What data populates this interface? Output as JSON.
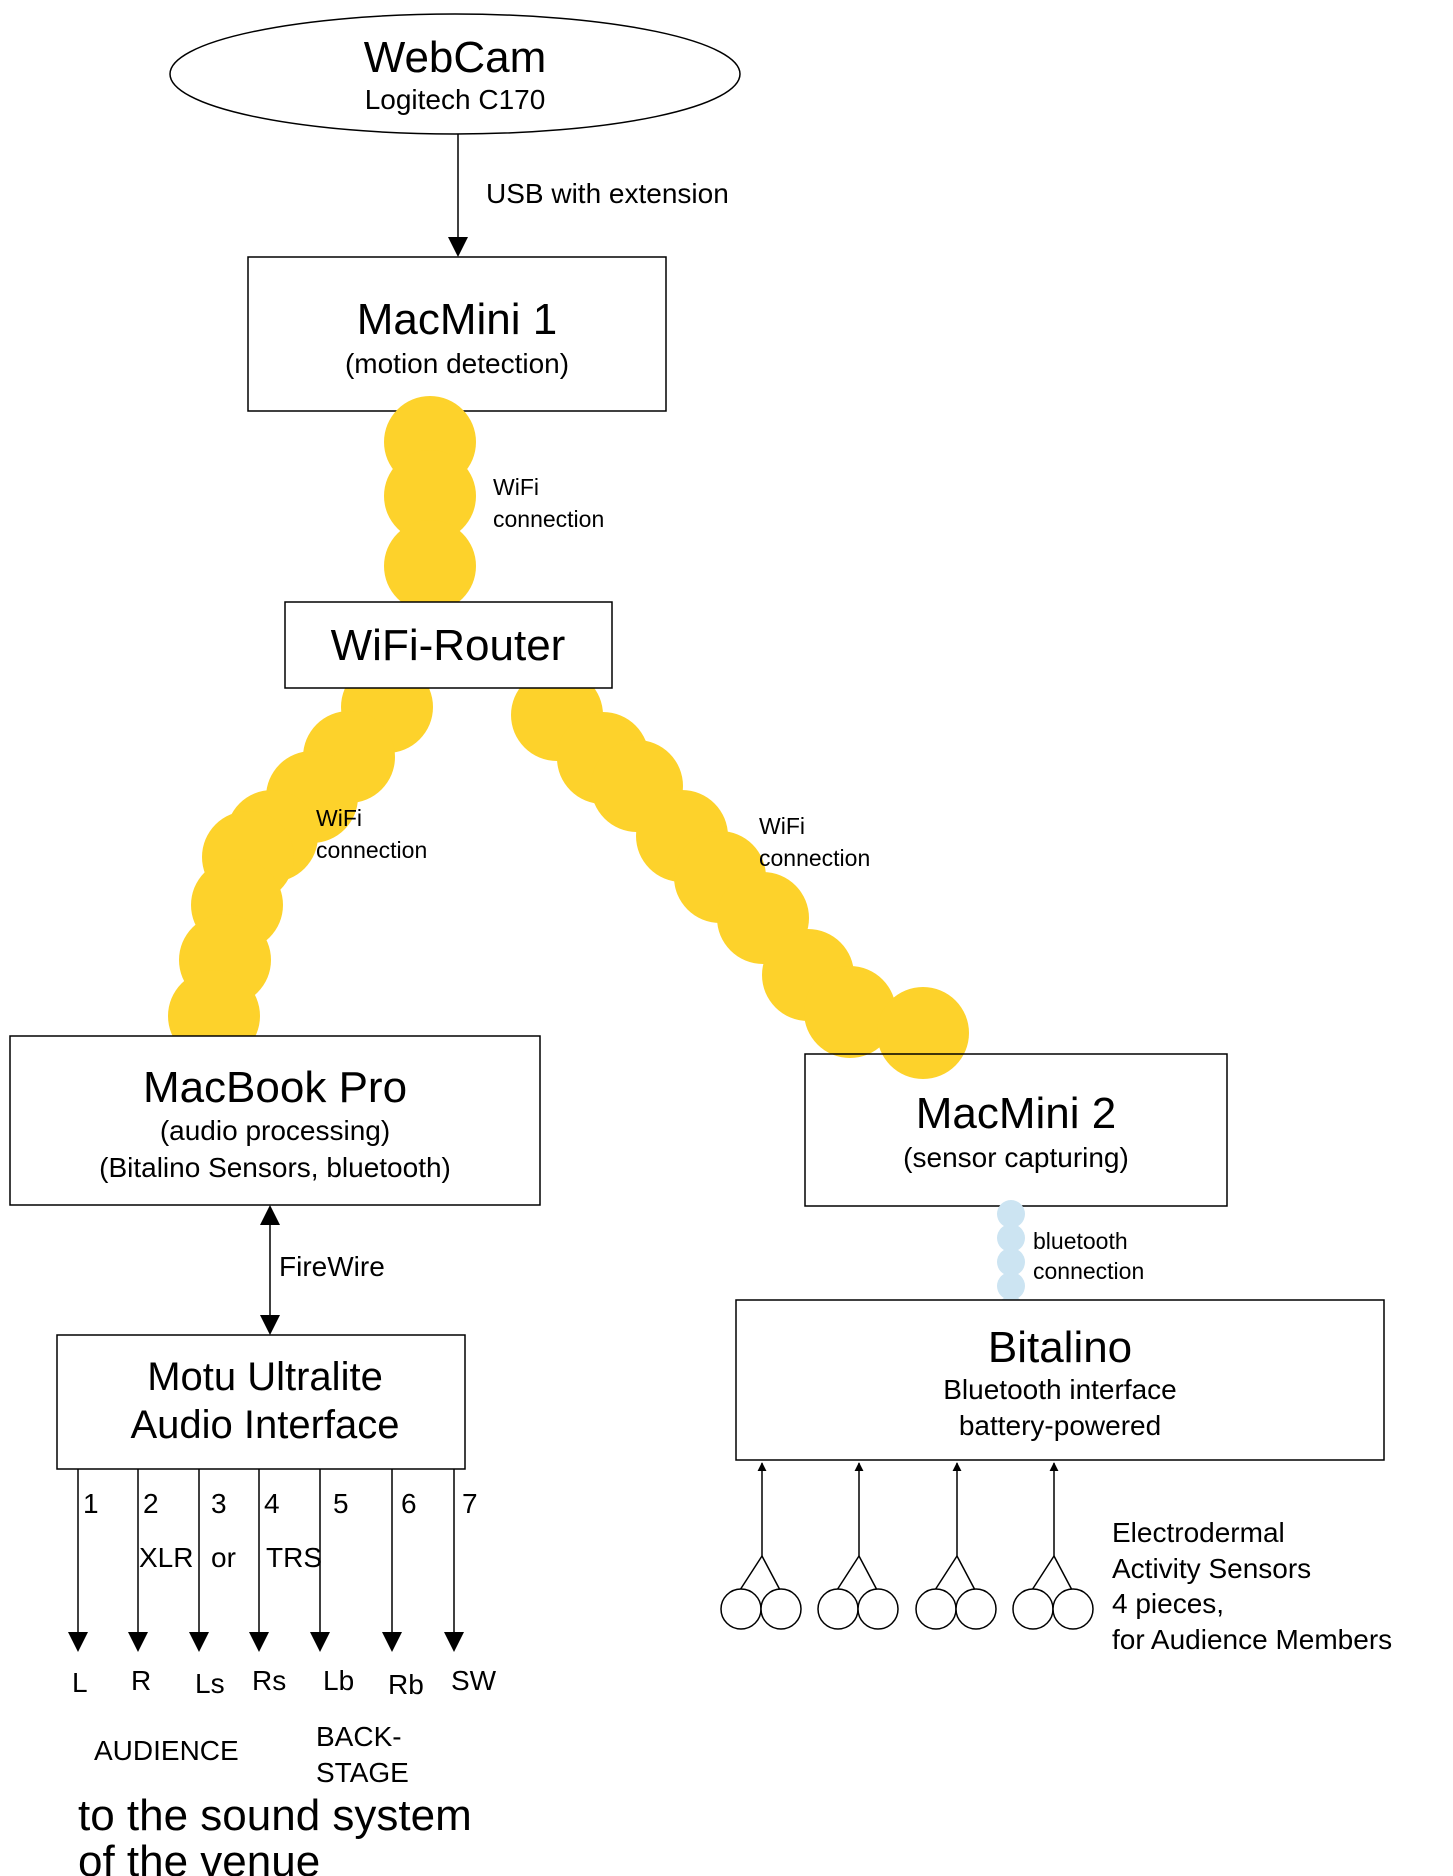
{
  "colors": {
    "wifi": "#FDD22B",
    "bluetooth": "#CCE4F2",
    "stroke": "#000000"
  },
  "webcam": {
    "title": "WebCam",
    "subtitle": "Logitech C170"
  },
  "usb_label": "USB with extension",
  "macmini1": {
    "title": "MacMini 1",
    "subtitle": "(motion detection)"
  },
  "wifi_router": {
    "title": "WiFi-Router"
  },
  "wifi_links": [
    {
      "line1": "WiFi",
      "line2": "connection"
    },
    {
      "line1": "WiFi",
      "line2": "connection"
    },
    {
      "line1": "WiFi",
      "line2": "connection"
    }
  ],
  "macbook": {
    "title": "MacBook Pro",
    "line1": "(audio processing)",
    "line2": "(Bitalino Sensors, bluetooth)"
  },
  "macmini2": {
    "title": "MacMini 2",
    "subtitle": "(sensor capturing)"
  },
  "firewire_label": "FireWire",
  "bluetooth_link": {
    "line1": "bluetooth",
    "line2": "connection"
  },
  "motu": {
    "line1": "Motu Ultralite",
    "line2": "Audio Interface"
  },
  "bitalino": {
    "title": "Bitalino",
    "line1": "Bluetooth interface",
    "line2": "battery-powered"
  },
  "outputs": {
    "numbers": [
      "1",
      "2",
      "3",
      "4",
      "5",
      "6",
      "7"
    ],
    "channels": [
      "L",
      "R",
      "Ls",
      "Rs",
      "Lb",
      "Rb",
      "SW"
    ],
    "connector_words": [
      "XLR",
      "or",
      "TRS"
    ]
  },
  "groups": {
    "audience": "AUDIENCE",
    "backstage_line1": "BACK-",
    "backstage_line2": "STAGE"
  },
  "sound_system": {
    "line1": "to the sound system",
    "line2": "of the venue"
  },
  "sensors": {
    "line1": "Electrodermal",
    "line2": "Activity Sensors",
    "line3": "4 pieces,",
    "line4": "for Audience Members"
  }
}
